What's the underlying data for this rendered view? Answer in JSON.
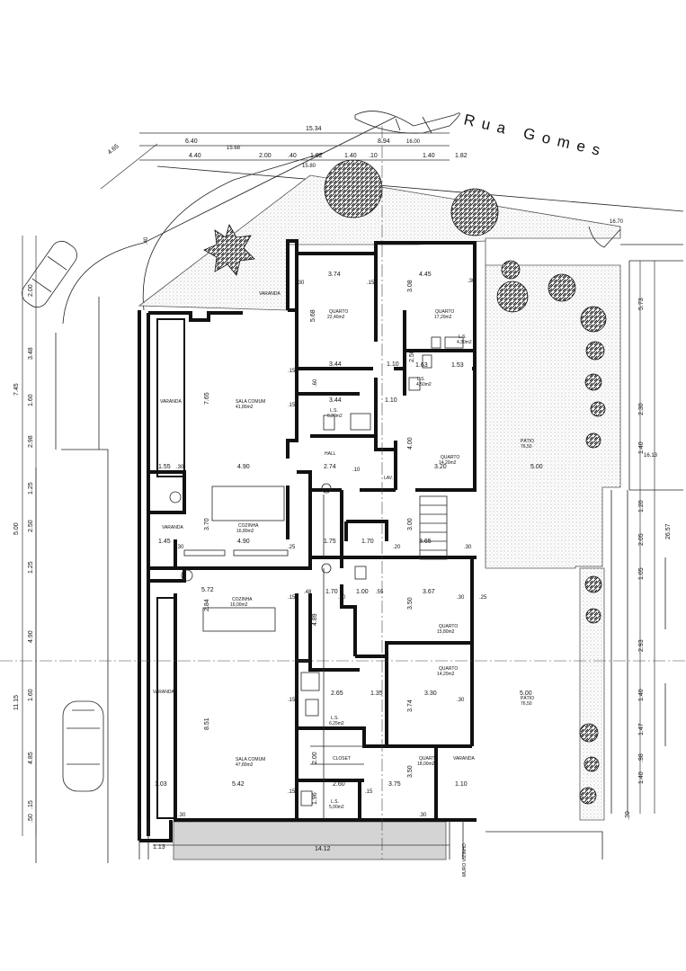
{
  "street": "Rua Gomes",
  "rooms": [
    {
      "id": "varanda-top",
      "name": "VARANDA",
      "area": ""
    },
    {
      "id": "quarto-1",
      "name": "QUARTO",
      "area": "22,40m2"
    },
    {
      "id": "quarto-2",
      "name": "QUARTO",
      "area": "17,20m2"
    },
    {
      "id": "ls-1",
      "name": "L.S.",
      "area": "4,30m2"
    },
    {
      "id": "ls-2",
      "name": "L.S.",
      "area": "4,50m2"
    },
    {
      "id": "ls-3",
      "name": "L.S.",
      "area": "6,20m2"
    },
    {
      "id": "sala-1",
      "name": "SALA COMUM",
      "area": "41,80m2"
    },
    {
      "id": "varanda-left-1",
      "name": "VARANDA",
      "area": ""
    },
    {
      "id": "hall",
      "name": "HALL",
      "area": ""
    },
    {
      "id": "lav",
      "name": "LAV.",
      "area": ""
    },
    {
      "id": "quarto-3",
      "name": "QUARTO",
      "area": "14,20m2"
    },
    {
      "id": "patio-1",
      "name": "PÁTIO",
      "area": "76,50"
    },
    {
      "id": "varanda-left-2",
      "name": "VARANDA",
      "area": ""
    },
    {
      "id": "cozinha-1",
      "name": "COZINHA",
      "area": "16,80m2"
    },
    {
      "id": "cozinha-2",
      "name": "COZINHA",
      "area": "16,00m2"
    },
    {
      "id": "quarto-4",
      "name": "QUARTO",
      "area": "15,80m2"
    },
    {
      "id": "quarto-5",
      "name": "QUARTO",
      "area": "14,20m2"
    },
    {
      "id": "patio-2",
      "name": "PÁTIO",
      "area": "76,50"
    },
    {
      "id": "varanda-left-3",
      "name": "VARANDA",
      "area": ""
    },
    {
      "id": "ls-4",
      "name": "L.S.",
      "area": "6,25m2"
    },
    {
      "id": "closet",
      "name": "CLOSET",
      "area": ""
    },
    {
      "id": "sala-2",
      "name": "SALA COMUM",
      "area": "47,80m2"
    },
    {
      "id": "quarto-6",
      "name": "QUARTO",
      "area": "18,00m2"
    },
    {
      "id": "varanda-right",
      "name": "VARANDA",
      "area": ""
    },
    {
      "id": "ls-5",
      "name": "L.S.",
      "area": "5,00m2"
    }
  ],
  "dimensions": {
    "top_total": "15.34",
    "top_a": "6.40",
    "top_b": "8.94",
    "top_c": "4.40",
    "top_d": "2.00",
    "top_e": ".40",
    "top_f": "1.82",
    "top_g": "1.40",
    "top_h": ".10",
    "top_i": "1.40",
    "top_j": "1.82",
    "top_k": "4.65",
    "level_1": "15.68",
    "level_2": "16.00",
    "level_3": "15.80",
    "level_4": "16.70",
    "level_5": "16.13",
    "level_6": "14.12",
    "level_7": "26.57",
    "lbl_374": "3.74",
    "lbl_445": "4.45",
    "lbl_568": "5.68",
    "lbl_308": "3.08",
    "lbl_344a": "3.44",
    "lbl_344b": "3.44",
    "lbl_110a": "1.10",
    "lbl_110b": "1.10",
    "lbl_163": "1.63",
    "lbl_153": "1.53",
    "lbl_250a": "2.50",
    "lbl_765": "7.65",
    "lbl_155": "1.55",
    "lbl_490a": "4.90",
    "lbl_274": "2.74",
    "lbl_320": "3.20",
    "lbl_500a": "5.00",
    "lbl_400": "4.00",
    "lbl_370": "3.70",
    "lbl_145": "1.45",
    "lbl_490b": "4.90",
    "lbl_175": "1.75",
    "lbl_170a": "1.70",
    "lbl_300a": "3.00",
    "lbl_365": "3.65",
    "lbl_572": "5.72",
    "lbl_284": "2.84",
    "lbl_170b": "1.70",
    "lbl_100": "1.00",
    "lbl_367": "3.67",
    "lbl_350a": "3.50",
    "lbl_489": "4.89",
    "lbl_265": "2.65",
    "lbl_135": "1.35",
    "lbl_330": "3.30",
    "lbl_500b": "5.00",
    "lbl_374b": "3.74",
    "lbl_851": "8.51",
    "lbl_200": "2.00",
    "lbl_350b": "3.50",
    "lbl_103": "1.03",
    "lbl_542": "5.42",
    "lbl_260": "2.60",
    "lbl_375": "3.75",
    "lbl_110c": "1.10",
    "lbl_196": "1.96",
    "lbl_113": "1.13",
    "left_745": "7.45",
    "left_348": "3.48",
    "left_200": "2.00",
    "left_160": "1.60",
    "left_298": "2.98",
    "left_125a": "1.25",
    "left_500": "5.00",
    "left_250": "2.50",
    "left_125b": "1.25",
    "left_490": "4.90",
    "left_1115": "11.15",
    "left_160b": "1.60",
    "left_485": "4.85",
    "left_50": ".50",
    "left_15": ".15",
    "right_573": "5.73",
    "right_230": "2.30",
    "right_140a": "1.40",
    "right_120": "1.20",
    "right_205": "2.05",
    "right_105": "1.05",
    "right_293": "2.93",
    "right_140b": "1.40",
    "right_147": "1.47",
    "right_140c": "1.40",
    "right_98": ".98",
    "right_30": ".30"
  },
  "small_marks": {
    "p15": ".15",
    "p30": ".30",
    "p25": ".25",
    "p20": ".20",
    "p10": ".10",
    "p55": ".55",
    "p60": ".60",
    "p48": ".48",
    "p40": ".40"
  },
  "vizinho": "MURO VIZINHO",
  "colors": {
    "wall": "#111111",
    "hatch": "#888888",
    "gray_strip": "#d4d4d4"
  }
}
